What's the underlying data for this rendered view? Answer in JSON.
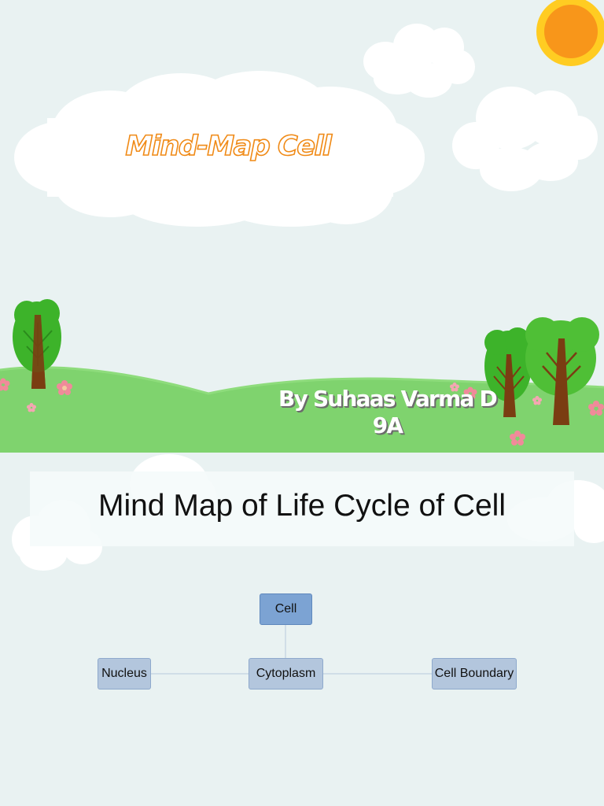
{
  "slide1": {
    "title": "Mind-Map Cell",
    "byline_name": "By Suhaas Varma D",
    "byline_class": "9A"
  },
  "slide2": {
    "title": "Mind Map of Life Cycle of Cell",
    "mindmap": {
      "root": "Cell",
      "center": "Cytoplasm",
      "left": "Nucleus",
      "right": "Cell Boundary"
    }
  },
  "colors": {
    "title_outline": "#f08a16",
    "sun": "#f8961a",
    "grass": "#7fd36e",
    "tree_leaves": "#3db32a",
    "root_node": "#7ca3d3",
    "child_node": "#b3c6dd"
  }
}
